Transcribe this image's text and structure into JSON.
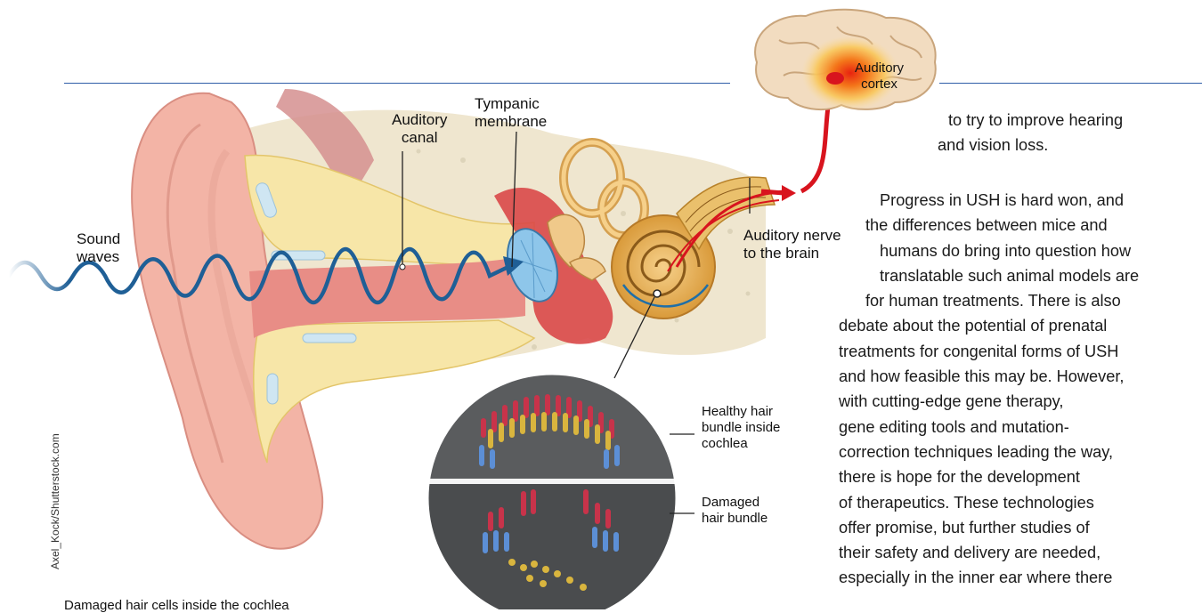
{
  "labels": {
    "sound_waves": [
      "Sound",
      "waves"
    ],
    "auditory_canal": [
      "Auditory",
      "canal"
    ],
    "tympanic_membrane": [
      "Tympanic",
      "membrane"
    ],
    "auditory_nerve": [
      "Auditory nerve",
      "to the brain"
    ],
    "auditory_cortex": [
      "Auditory",
      "cortex"
    ],
    "healthy_bundle": [
      "Healthy hair",
      "bundle inside",
      "cochlea"
    ],
    "damaged_bundle": [
      "Damaged",
      "hair bundle"
    ]
  },
  "credit": "Axel_Kock/Shutterstock.com",
  "caption": "Damaged hair cells inside the cochlea",
  "body_text": {
    "intro_lines": [
      "to try to improve hearing",
      "and vision loss."
    ],
    "paragraph_lines": [
      "Progress in USH is hard won, and",
      "the differences between mice and",
      "humans do bring into question how",
      "translatable such animal models are",
      "for human treatments. There is also",
      "debate about the potential of prenatal",
      "treatments for congenital forms of USH",
      "and how feasible this may be. However,",
      "with cutting-edge gene therapy,",
      "gene editing tools and mutation-",
      "correction techniques leading the way,",
      "there is hope for the development",
      "of therapeutics. These technologies",
      "offer promise, but further studies of",
      "their safety and delivery are needed,",
      "especially in the inner ear where there"
    ]
  },
  "colors": {
    "rule": "#2f5ea8",
    "wave": "#1f5f96",
    "nerve_arrow": "#d8141e"
  }
}
